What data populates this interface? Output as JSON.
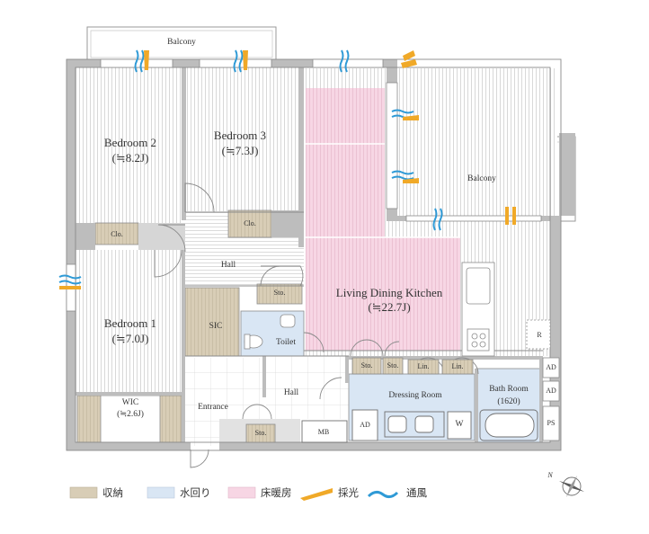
{
  "rooms": {
    "balcony_top": "Balcony",
    "balcony_right": "Balcony",
    "bedroom2": {
      "name": "Bedroom 2",
      "size": "(≒8.2J)"
    },
    "bedroom3": {
      "name": "Bedroom 3",
      "size": "(≒7.3J)"
    },
    "bedroom1": {
      "name": "Bedroom 1",
      "size": "(≒7.0J)"
    },
    "ldk": {
      "name": "Living Dining Kitchen",
      "size": "(≒22.7J)"
    },
    "wic": {
      "name": "WIC",
      "size": "(≒2.6J)"
    },
    "hall_upper": "Hall",
    "hall_lower": "Hall",
    "sic": "SIC",
    "toilet": "Toilet",
    "entrance": "Entrance",
    "dressing": "Dressing Room",
    "bath": {
      "name": "Bath Room",
      "size": "(1620)"
    }
  },
  "storage": {
    "clo_b2": "Clo.",
    "clo_b3": "Clo.",
    "sto_hall": "Sto.",
    "sto_ldk1": "Sto.",
    "sto_ldk2": "Sto.",
    "lin1": "Lin.",
    "lin2": "Lin.",
    "sto_entrance": "Sto."
  },
  "fixtures": {
    "mb": "MB",
    "ad_dressing": "AD",
    "ad1": "AD",
    "ad2": "AD",
    "ps": "PS",
    "r": "R",
    "w": "W"
  },
  "legend": {
    "storage": {
      "label": "収納",
      "color": "#d8cdb6"
    },
    "water": {
      "label": "水回り",
      "color": "#d9e6f4"
    },
    "floor_heating": {
      "label": "床暖房",
      "color": "#f7d6e4"
    },
    "light": {
      "label": "採光",
      "color": "#f0a928"
    },
    "ventilation": {
      "label": "通風",
      "color": "#2f9ad6"
    }
  },
  "compass": {
    "letter": "N"
  }
}
